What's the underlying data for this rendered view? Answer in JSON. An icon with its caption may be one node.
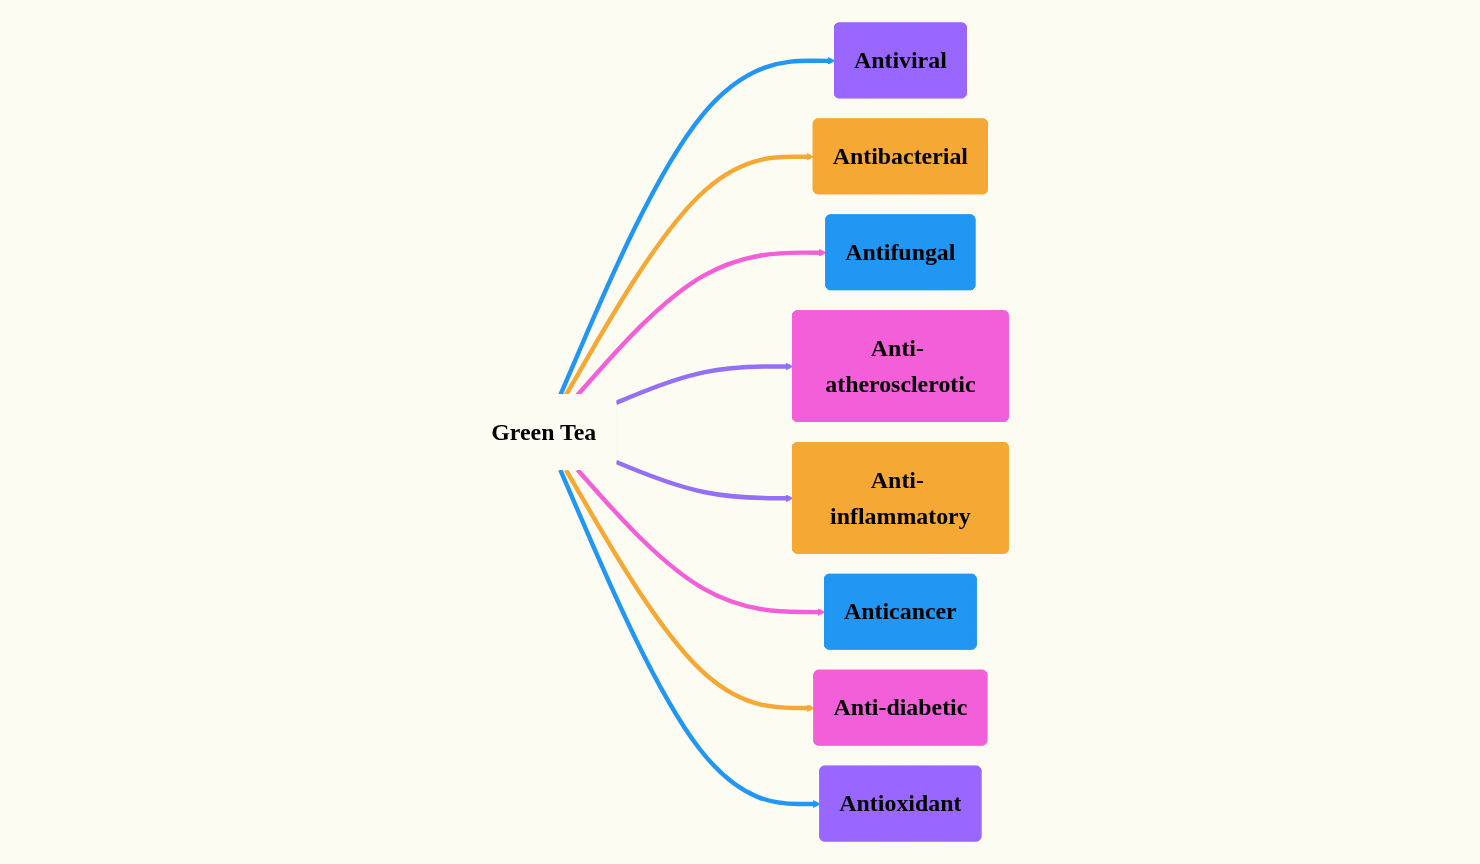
{
  "diagram": {
    "nodes": [
      {
        "text": [
          "Antiviral"
        ]
      },
      {
        "text": [
          "Antibacterial"
        ]
      },
      {
        "text": [
          "Antifungal"
        ]
      },
      {
        "text": [
          "Anti- atherosclerotic"
        ]
      },
      {
        "text": [
          "Green Tea"
        ]
      },
      {
        "text": [
          "Anti- inflammatory"
        ]
      },
      {
        "text": [
          "Anticancer"
        ]
      },
      {
        "text": [
          "Anti-diabetic"
        ]
      },
      {
        "text": [
          "Antioxidant"
        ]
      }
    ],
    "edges": [
      {
        "from": 4,
        "to": 0,
        "arrow": "to",
        "color": "#2196f3"
      },
      {
        "from": 4,
        "to": 1,
        "arrow": "to",
        "color": "#f5a833"
      },
      {
        "from": 4,
        "to": 2,
        "arrow": "to",
        "color": "#f25fd9"
      },
      {
        "from": 4,
        "to": 3,
        "arrow": "to",
        "color": "#9370f5"
      },
      {
        "from": 4,
        "to": 5,
        "arrow": "to",
        "color": "#9370f5"
      },
      {
        "from": 4,
        "to": 6,
        "arrow": "to",
        "color": "#f25fd9"
      },
      {
        "from": 4,
        "to": 7,
        "arrow": "to",
        "color": "#f5a833"
      },
      {
        "from": 4,
        "to": 8,
        "arrow": "to",
        "color": "#2196f3"
      }
    ]
  }
}
